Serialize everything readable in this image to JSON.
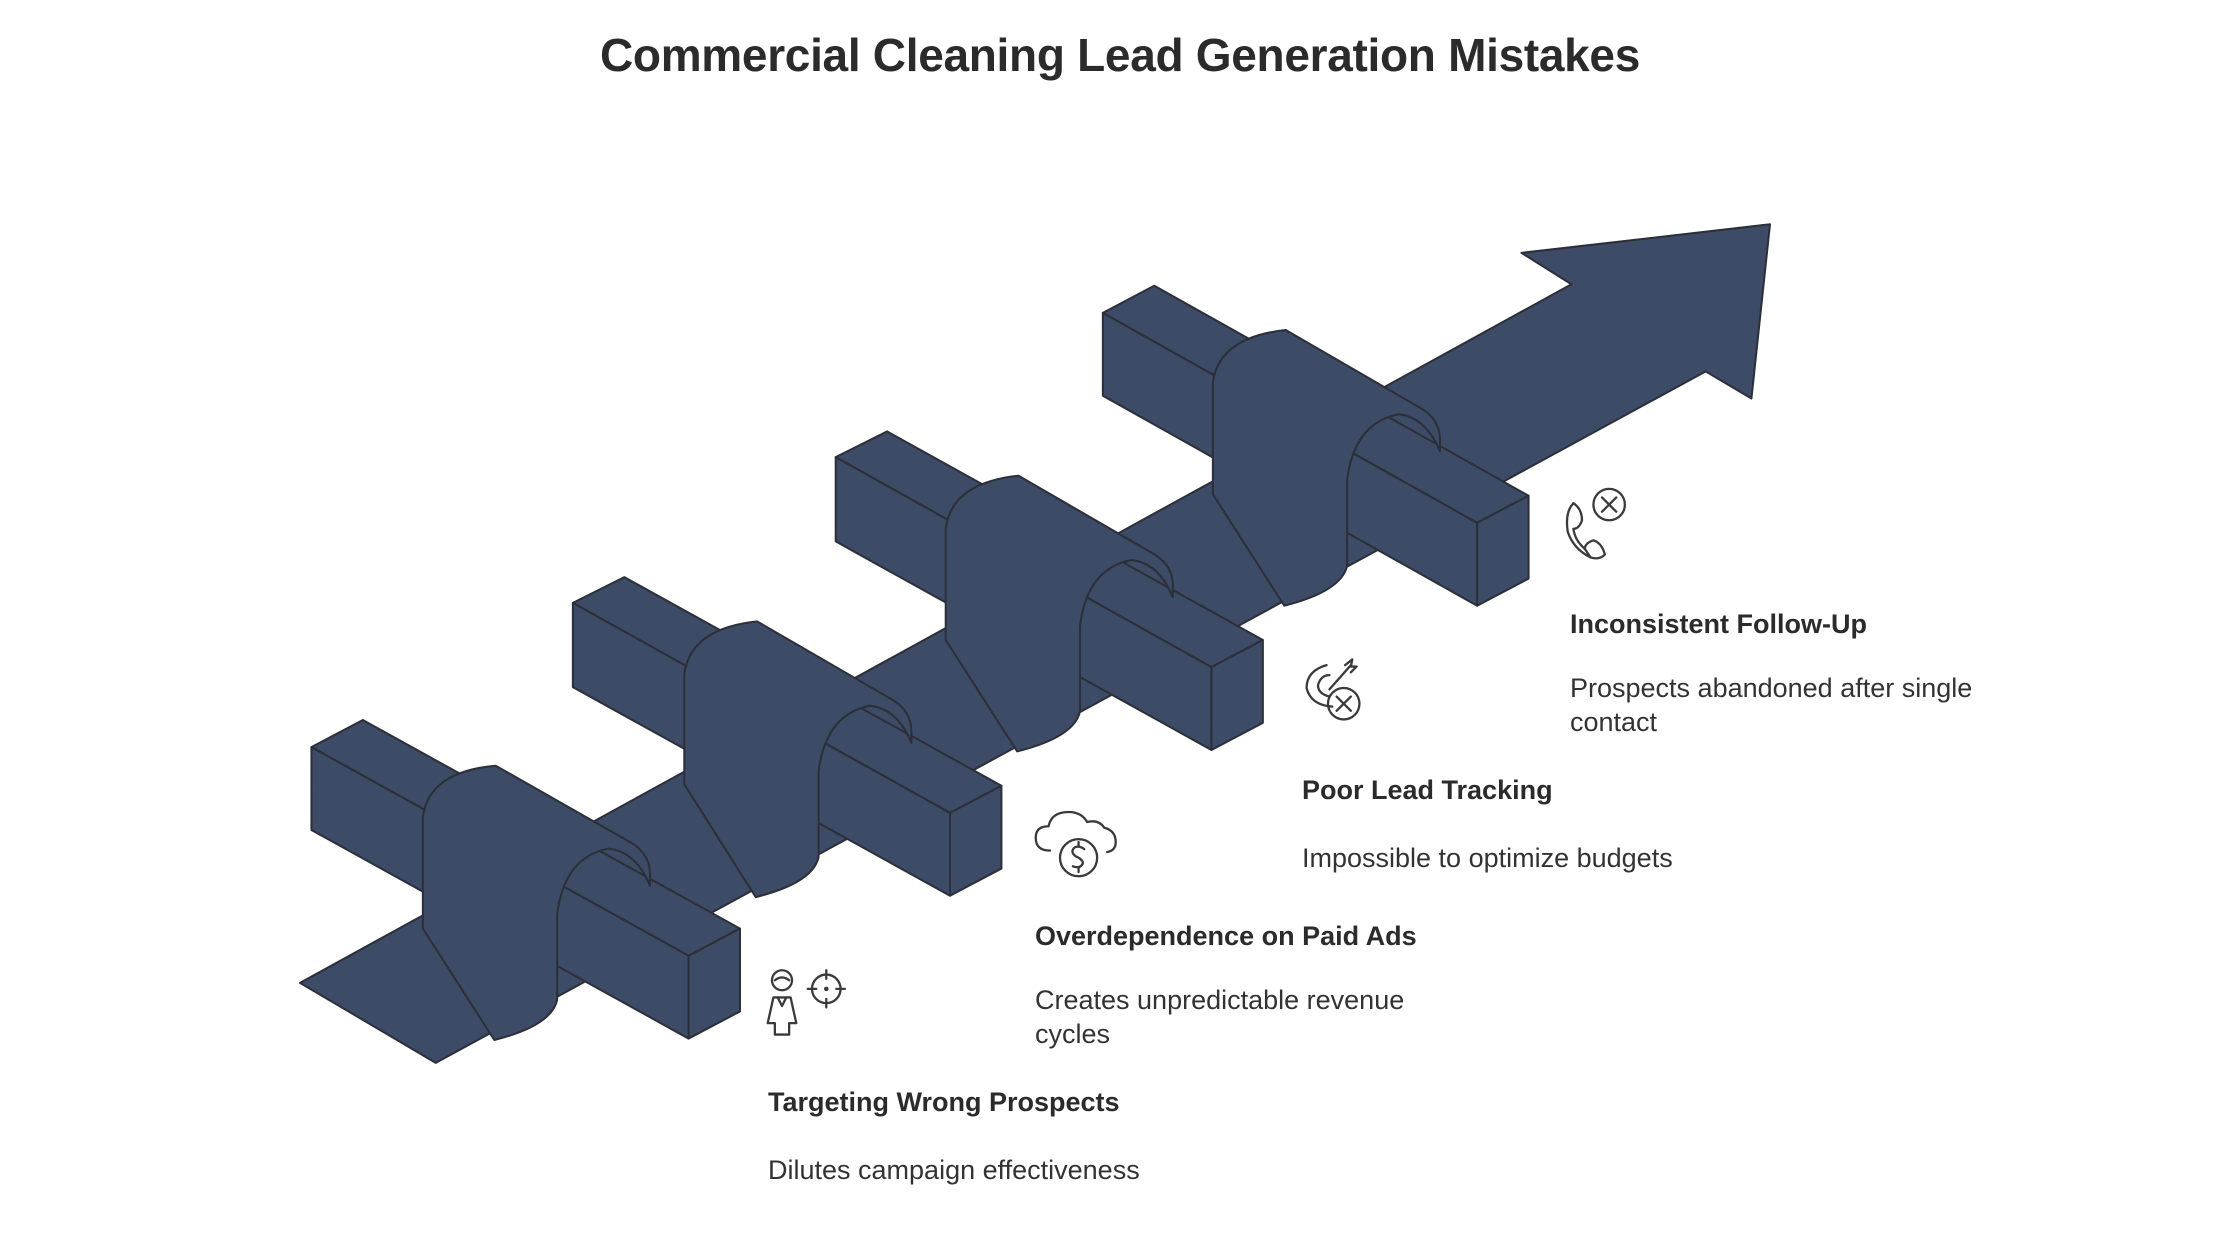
{
  "title": "Commercial Cleaning Lead Generation Mistakes",
  "colors": {
    "arrow_fill": "#3d4b67",
    "arrow_stroke": "#2a2f3a",
    "text": "#2b2b2b",
    "icon_stroke": "#3a3a3a"
  },
  "steps": [
    {
      "title": "Targeting Wrong Prospects",
      "description": "Dilutes campaign effectiveness",
      "icon": "person-target-icon"
    },
    {
      "title": "Overdependence on Paid Ads",
      "description": "Creates unpredictable revenue cycles",
      "icon": "cloud-dollar-icon"
    },
    {
      "title": "Poor Lead Tracking",
      "description": "Impossible to optimize budgets",
      "icon": "target-x-icon"
    },
    {
      "title": "Inconsistent Follow-Up",
      "description": "Prospects abandoned after single contact",
      "icon": "phone-x-icon"
    }
  ]
}
